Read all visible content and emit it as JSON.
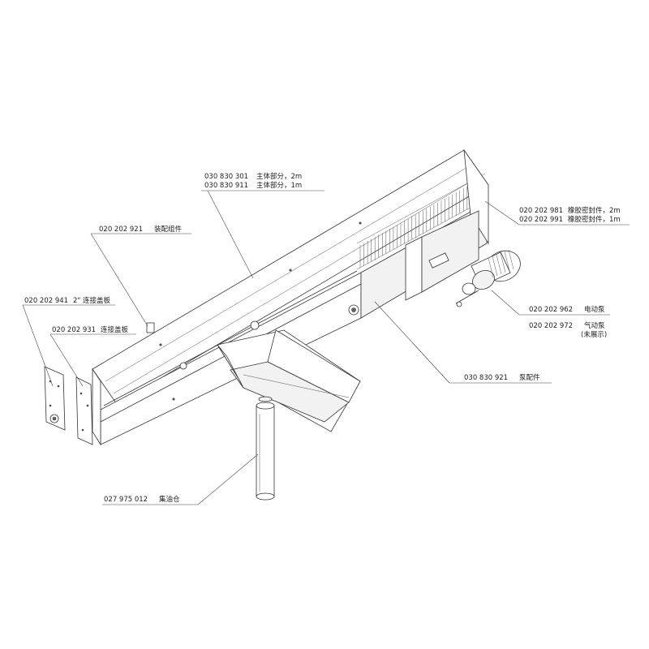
{
  "labels": {
    "main_2m": {
      "code": "030 830 301",
      "name": "主体部分，2m"
    },
    "main_1m": {
      "code": "030 830 911",
      "name": "主体部分，1m"
    },
    "seal_2m": {
      "code": "020 202 981",
      "name": "橡胶密封件，2m"
    },
    "seal_1m": {
      "code": "020 202 991",
      "name": "橡胶密封件，1m"
    },
    "assembly": {
      "code": "020 202 921",
      "name": "装配组件"
    },
    "cover_2in": {
      "code": "020 202 941",
      "name": "2\" 连接盖板"
    },
    "cover": {
      "code": "020 202 931",
      "name": "连接盖板"
    },
    "elec_pump": {
      "code": "020 202 962",
      "name": "电动泵"
    },
    "air_pump": {
      "code": "020 202 972",
      "name": "气动泵",
      "note": "(未展示)"
    },
    "pump_acc": {
      "code": "030 830 921",
      "name": "泵配件"
    },
    "oil_tank": {
      "code": "027 975 012",
      "name": "集油仓"
    }
  },
  "colors": {
    "line": "#333333",
    "text": "#222222",
    "background": "#ffffff"
  }
}
